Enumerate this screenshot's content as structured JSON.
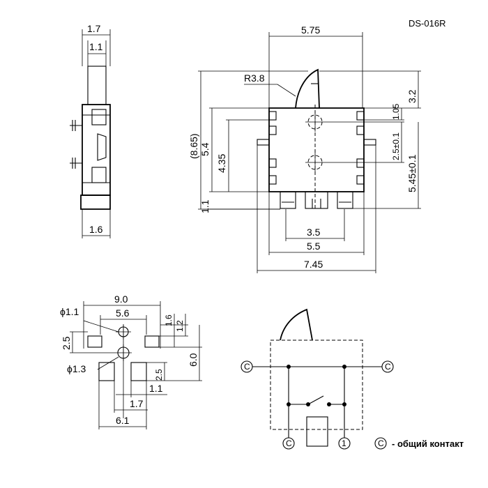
{
  "title": "DS-016R",
  "side_view": {
    "d_top": "1.7",
    "d_inner": "1.1",
    "d_bottom": "1.6"
  },
  "front_view": {
    "d_width": "5.75",
    "d_radius": "R3.8",
    "d_overall_h": "(8.65)",
    "d_body_h": "5.4",
    "d_inner_h": "4.35",
    "d_leg": "1.1",
    "d_top_r": "3.2",
    "d_small": "1.05",
    "d_pitch1": "2.5±0.1",
    "d_pitch2": "5.45±0.1",
    "d_pad_span": "3.5",
    "d_body_w": "5.5",
    "d_total_w": "7.45"
  },
  "footprint": {
    "d_hole1": "ϕ1.1",
    "d_hole2": "ϕ1.3",
    "d_overall_w": "9.0",
    "d_pad_span": "5.6",
    "d_d16": "1.6",
    "d_d12": "1.2",
    "d_d25a": "2.5",
    "d_d60": "6.0",
    "d_d25b": "2.5",
    "d_d11": "1.1",
    "d_d17": "1.7",
    "d_d61": "6.1"
  },
  "schematic": {
    "common_symbol": "C",
    "contact_1": "1"
  },
  "legend": {
    "symbol": "C",
    "text": "- общий контакт"
  }
}
